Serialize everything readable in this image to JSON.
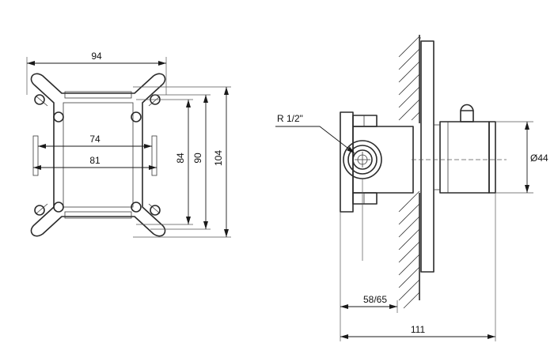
{
  "dimensions": {
    "front_width": "94",
    "inner_span_small": "74",
    "inner_span_large": "81",
    "height_84": "84",
    "height_90": "90",
    "height_104": "104",
    "thread": "R 1/2\"",
    "diameter": "Ø44",
    "depth": "58/65",
    "total_depth": "111"
  }
}
